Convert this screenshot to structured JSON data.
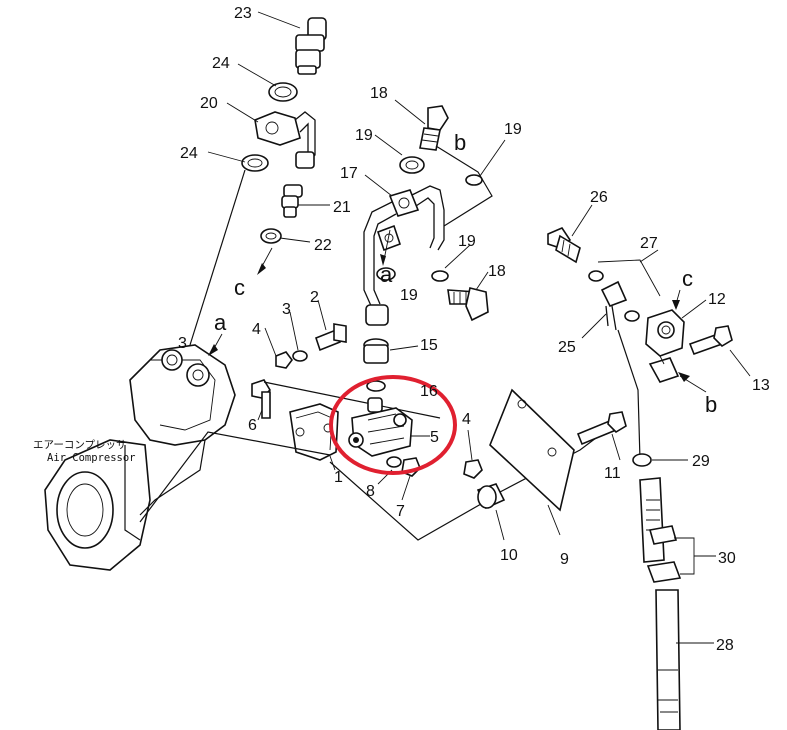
{
  "diagram": {
    "caption": {
      "jp": "エアーコンプレッサ",
      "en": "Air Compressor"
    },
    "callouts": [
      {
        "id": "c1",
        "label": "1"
      },
      {
        "id": "c2",
        "label": "2"
      },
      {
        "id": "c3a",
        "label": "3"
      },
      {
        "id": "c3b",
        "label": "3"
      },
      {
        "id": "c4a",
        "label": "4"
      },
      {
        "id": "c4b",
        "label": "4"
      },
      {
        "id": "c5",
        "label": "5"
      },
      {
        "id": "c6",
        "label": "6"
      },
      {
        "id": "c7",
        "label": "7"
      },
      {
        "id": "c8",
        "label": "8"
      },
      {
        "id": "c9",
        "label": "9"
      },
      {
        "id": "c10",
        "label": "10"
      },
      {
        "id": "c11",
        "label": "11"
      },
      {
        "id": "c12",
        "label": "12"
      },
      {
        "id": "c13",
        "label": "13"
      },
      {
        "id": "c15",
        "label": "15"
      },
      {
        "id": "c16",
        "label": "16"
      },
      {
        "id": "c17",
        "label": "17"
      },
      {
        "id": "c18a",
        "label": "18"
      },
      {
        "id": "c18b",
        "label": "18"
      },
      {
        "id": "c19a",
        "label": "19"
      },
      {
        "id": "c19b",
        "label": "19"
      },
      {
        "id": "c19c",
        "label": "19"
      },
      {
        "id": "c19d",
        "label": "19"
      },
      {
        "id": "c20",
        "label": "20"
      },
      {
        "id": "c21",
        "label": "21"
      },
      {
        "id": "c22",
        "label": "22"
      },
      {
        "id": "c23",
        "label": "23"
      },
      {
        "id": "c24a",
        "label": "24"
      },
      {
        "id": "c24b",
        "label": "24"
      },
      {
        "id": "c25",
        "label": "25"
      },
      {
        "id": "c26",
        "label": "26"
      },
      {
        "id": "c27",
        "label": "27"
      },
      {
        "id": "c28",
        "label": "28"
      },
      {
        "id": "c29",
        "label": "29"
      },
      {
        "id": "c30",
        "label": "30"
      }
    ],
    "letters": [
      {
        "id": "la1",
        "label": "a"
      },
      {
        "id": "la2",
        "label": "a"
      },
      {
        "id": "lb1",
        "label": "b"
      },
      {
        "id": "lb2",
        "label": "b"
      },
      {
        "id": "lc1",
        "label": "c"
      },
      {
        "id": "lc2",
        "label": "c"
      }
    ],
    "highlight_color": "#e02030",
    "highlighted_part": "5"
  }
}
